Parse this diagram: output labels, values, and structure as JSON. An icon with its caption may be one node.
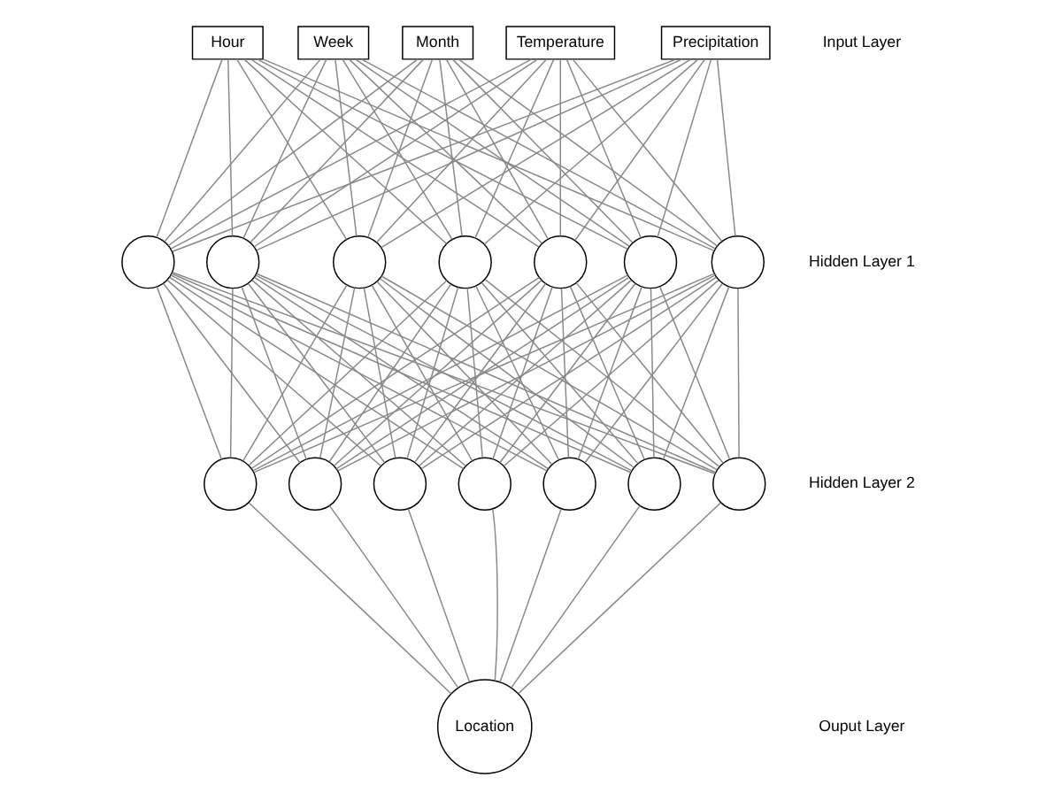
{
  "diagram": {
    "nodes": [
      {
        "text": [
          "Hour"
        ]
      },
      {
        "text": [
          "Week"
        ]
      },
      {
        "text": [
          "Month"
        ]
      },
      {
        "text": [
          "Temperature"
        ]
      },
      {
        "text": [
          "Precipitation"
        ]
      },
      {
        "text": [],
        "shape": "circle"
      },
      {
        "text": [],
        "shape": "circle"
      },
      {
        "text": [],
        "shape": "circle"
      },
      {
        "text": [],
        "shape": "circle"
      },
      {
        "text": [],
        "shape": "circle"
      },
      {
        "text": [],
        "shape": "circle"
      },
      {
        "text": [],
        "shape": "circle"
      },
      {
        "text": [],
        "shape": "circle"
      },
      {
        "text": [],
        "shape": "circle"
      },
      {
        "text": [],
        "shape": "circle"
      },
      {
        "text": [],
        "shape": "circle"
      },
      {
        "text": [],
        "shape": "circle"
      },
      {
        "text": [],
        "shape": "circle"
      },
      {
        "text": [],
        "shape": "circle"
      },
      {
        "text": [
          "Location"
        ]
      }
    ],
    "edges": [
      {
        "from": 0,
        "to": 5,
        "arrow": "none"
      },
      {
        "from": 0,
        "to": 6,
        "arrow": "none"
      },
      {
        "from": 0,
        "to": 7,
        "arrow": "none"
      },
      {
        "from": 0,
        "to": 8,
        "arrow": "none"
      },
      {
        "from": 0,
        "to": 9,
        "arrow": "none"
      },
      {
        "from": 0,
        "to": 10,
        "arrow": "none"
      },
      {
        "from": 0,
        "to": 11,
        "arrow": "none"
      },
      {
        "from": 1,
        "to": 5,
        "arrow": "none"
      },
      {
        "from": 1,
        "to": 6,
        "arrow": "none"
      },
      {
        "from": 1,
        "to": 7,
        "arrow": "none"
      },
      {
        "from": 1,
        "to": 8,
        "arrow": "none"
      },
      {
        "from": 1,
        "to": 9,
        "arrow": "none"
      },
      {
        "from": 1,
        "to": 10,
        "arrow": "none"
      },
      {
        "from": 1,
        "to": 11,
        "arrow": "none"
      },
      {
        "from": 2,
        "to": 5,
        "arrow": "none"
      },
      {
        "from": 2,
        "to": 6,
        "arrow": "none"
      },
      {
        "from": 2,
        "to": 7,
        "arrow": "none"
      },
      {
        "from": 2,
        "to": 8,
        "arrow": "none"
      },
      {
        "from": 2,
        "to": 9,
        "arrow": "none"
      },
      {
        "from": 2,
        "to": 10,
        "arrow": "none"
      },
      {
        "from": 2,
        "to": 11,
        "arrow": "none"
      },
      {
        "from": 3,
        "to": 5,
        "arrow": "none"
      },
      {
        "from": 3,
        "to": 6,
        "arrow": "none"
      },
      {
        "from": 3,
        "to": 7,
        "arrow": "none"
      },
      {
        "from": 3,
        "to": 8,
        "arrow": "none"
      },
      {
        "from": 3,
        "to": 9,
        "arrow": "none"
      },
      {
        "from": 3,
        "to": 10,
        "arrow": "none"
      },
      {
        "from": 3,
        "to": 11,
        "arrow": "none"
      },
      {
        "from": 4,
        "to": 5,
        "arrow": "none"
      },
      {
        "from": 4,
        "to": 6,
        "arrow": "none"
      },
      {
        "from": 4,
        "to": 7,
        "arrow": "none"
      },
      {
        "from": 4,
        "to": 8,
        "arrow": "none"
      },
      {
        "from": 4,
        "to": 9,
        "arrow": "none"
      },
      {
        "from": 4,
        "to": 10,
        "arrow": "none"
      },
      {
        "from": 4,
        "to": 11,
        "arrow": "none"
      },
      {
        "from": 5,
        "to": 12,
        "arrow": "none"
      },
      {
        "from": 5,
        "to": 13,
        "arrow": "none"
      },
      {
        "from": 5,
        "to": 14,
        "arrow": "none"
      },
      {
        "from": 5,
        "to": 15,
        "arrow": "none"
      },
      {
        "from": 5,
        "to": 16,
        "arrow": "none"
      },
      {
        "from": 5,
        "to": 17,
        "arrow": "none"
      },
      {
        "from": 5,
        "to": 18,
        "arrow": "none"
      },
      {
        "from": 6,
        "to": 12,
        "arrow": "none"
      },
      {
        "from": 6,
        "to": 13,
        "arrow": "none"
      },
      {
        "from": 6,
        "to": 14,
        "arrow": "none"
      },
      {
        "from": 6,
        "to": 15,
        "arrow": "none"
      },
      {
        "from": 6,
        "to": 16,
        "arrow": "none"
      },
      {
        "from": 6,
        "to": 17,
        "arrow": "none"
      },
      {
        "from": 6,
        "to": 18,
        "arrow": "none"
      },
      {
        "from": 7,
        "to": 12,
        "arrow": "none"
      },
      {
        "from": 7,
        "to": 13,
        "arrow": "none"
      },
      {
        "from": 7,
        "to": 14,
        "arrow": "none"
      },
      {
        "from": 7,
        "to": 15,
        "arrow": "none"
      },
      {
        "from": 7,
        "to": 16,
        "arrow": "none"
      },
      {
        "from": 7,
        "to": 17,
        "arrow": "none"
      },
      {
        "from": 7,
        "to": 18,
        "arrow": "none"
      },
      {
        "from": 8,
        "to": 12,
        "arrow": "none"
      },
      {
        "from": 8,
        "to": 13,
        "arrow": "none"
      },
      {
        "from": 8,
        "to": 14,
        "arrow": "none"
      },
      {
        "from": 8,
        "to": 15,
        "arrow": "none"
      },
      {
        "from": 8,
        "to": 16,
        "arrow": "none"
      },
      {
        "from": 8,
        "to": 17,
        "arrow": "none"
      },
      {
        "from": 8,
        "to": 18,
        "arrow": "none"
      },
      {
        "from": 9,
        "to": 12,
        "arrow": "none"
      },
      {
        "from": 9,
        "to": 13,
        "arrow": "none"
      },
      {
        "from": 9,
        "to": 14,
        "arrow": "none"
      },
      {
        "from": 9,
        "to": 15,
        "arrow": "none"
      },
      {
        "from": 9,
        "to": 16,
        "arrow": "none"
      },
      {
        "from": 9,
        "to": 17,
        "arrow": "none"
      },
      {
        "from": 9,
        "to": 18,
        "arrow": "none"
      },
      {
        "from": 10,
        "to": 12,
        "arrow": "none"
      },
      {
        "from": 10,
        "to": 13,
        "arrow": "none"
      },
      {
        "from": 10,
        "to": 14,
        "arrow": "none"
      },
      {
        "from": 10,
        "to": 15,
        "arrow": "none"
      },
      {
        "from": 10,
        "to": 16,
        "arrow": "none"
      },
      {
        "from": 10,
        "to": 17,
        "arrow": "none"
      },
      {
        "from": 10,
        "to": 18,
        "arrow": "none"
      },
      {
        "from": 11,
        "to": 12,
        "arrow": "none"
      },
      {
        "from": 11,
        "to": 13,
        "arrow": "none"
      },
      {
        "from": 11,
        "to": 14,
        "arrow": "none"
      },
      {
        "from": 11,
        "to": 15,
        "arrow": "none"
      },
      {
        "from": 11,
        "to": 16,
        "arrow": "none"
      },
      {
        "from": 11,
        "to": 17,
        "arrow": "none"
      },
      {
        "from": 11,
        "to": 18,
        "arrow": "none"
      },
      {
        "from": 12,
        "to": 19,
        "arrow": "none"
      },
      {
        "from": 13,
        "to": 19,
        "arrow": "none"
      },
      {
        "from": 14,
        "to": 19,
        "arrow": "none"
      },
      {
        "from": 15,
        "to": 19,
        "arrow": "none"
      },
      {
        "from": 16,
        "to": 19,
        "arrow": "none"
      },
      {
        "from": 17,
        "to": 19,
        "arrow": "none"
      },
      {
        "from": 18,
        "to": 19,
        "arrow": "none"
      }
    ],
    "labels": [
      "Input Layer",
      "Hidden Layer 1",
      "Hidden Layer 2",
      "Ouput Layer"
    ]
  }
}
